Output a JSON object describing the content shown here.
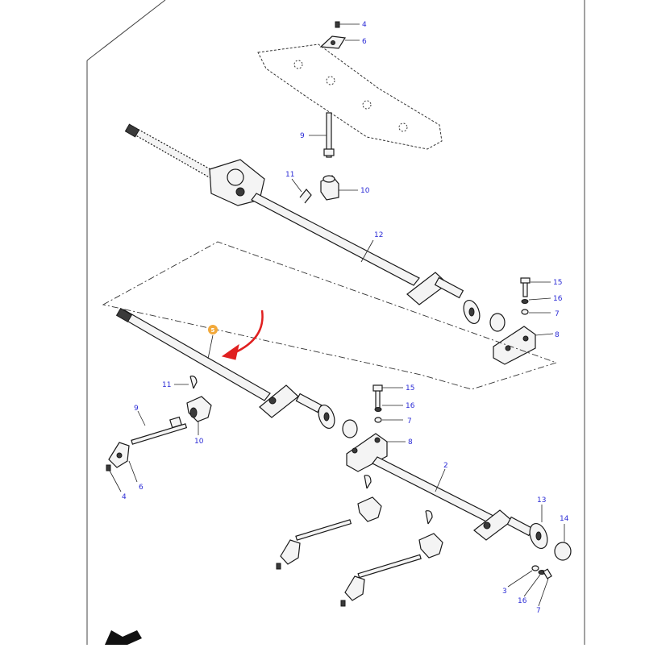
{
  "diagram": {
    "labels": {
      "top_4": "4",
      "top_6": "6",
      "top_9": "9",
      "top_11": "11",
      "top_10": "10",
      "top_12": "12",
      "top_15": "15",
      "top_16": "16",
      "top_7": "7",
      "top_8": "8",
      "mid_5": "5",
      "mid_11": "11",
      "mid_9": "9",
      "mid_10": "10",
      "mid_6": "6",
      "mid_4": "4",
      "mid_15": "15",
      "mid_16": "16",
      "mid_7": "7",
      "mid_8": "8",
      "low_2": "2",
      "low_13": "13",
      "low_14": "14",
      "low_3": "3",
      "low_16": "16",
      "low_7": "7"
    },
    "colors": {
      "callout_text": "#2b2bd6",
      "highlight_badge": "#f2a93b",
      "arrow_red": "#e02020"
    }
  }
}
